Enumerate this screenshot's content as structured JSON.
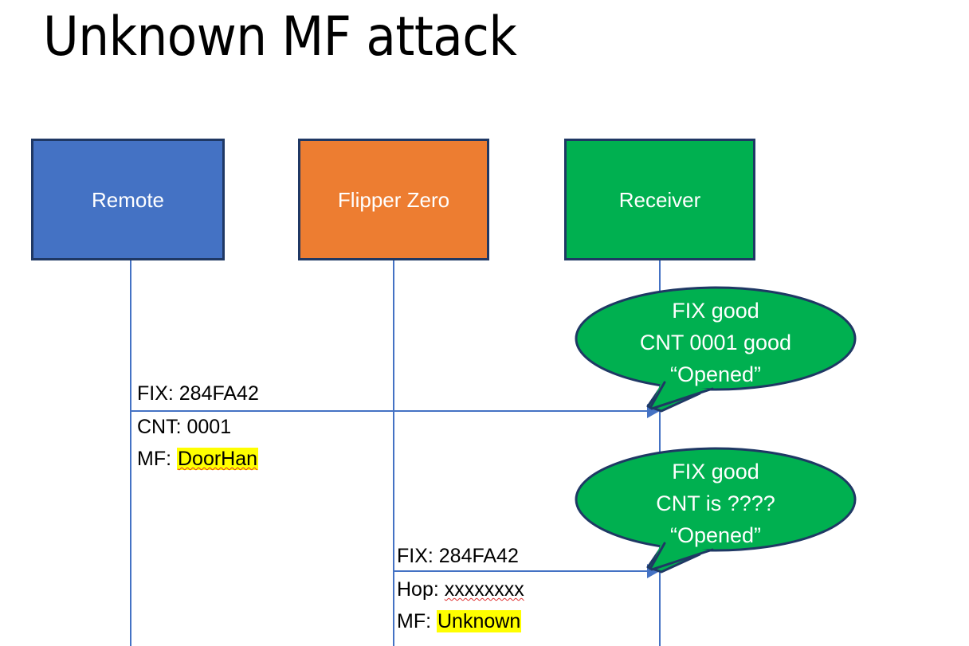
{
  "slide": {
    "title": "Unknown MF attack",
    "background": "#FFFFFF"
  },
  "colors": {
    "remote_fill": "#4472C4",
    "flipper_fill": "#ED7D31",
    "receiver_fill": "#00B050",
    "box_outline": "#1F3864",
    "lifeline": "#4472C4",
    "arrow": "#4472C4",
    "highlight": "#FFFF00",
    "callout_fill": "#00B050",
    "callout_outline": "#1F3864",
    "callout_text": "#FFFFFF",
    "body_text": "#000000",
    "spellcheck_underline": "#E03030"
  },
  "actors": [
    {
      "id": "remote",
      "label": "Remote"
    },
    {
      "id": "flipper",
      "label": "Flipper Zero"
    },
    {
      "id": "receiver",
      "label": "Receiver"
    }
  ],
  "messages": [
    {
      "id": "msg-1",
      "from": "remote",
      "to": "receiver",
      "above_line": [
        "FIX: 284FA42"
      ],
      "below_line": [
        {
          "label": "CNT: ",
          "value": "0001",
          "highlight": false,
          "spellcheck": false
        },
        {
          "label": "MF: ",
          "value": "DoorHan",
          "highlight": true,
          "spellcheck": true
        }
      ]
    },
    {
      "id": "msg-2",
      "from": "flipper",
      "to": "receiver",
      "above_line": [
        "FIX: 284FA42"
      ],
      "below_line": [
        {
          "label": "Hop: ",
          "value": "xxxxxxxx",
          "highlight": false,
          "spellcheck": true
        },
        {
          "label": "MF: ",
          "value": "Unknown",
          "highlight": true,
          "spellcheck": false
        }
      ]
    }
  ],
  "callouts": [
    {
      "id": "callout-1",
      "lines": [
        "FIX good",
        "CNT 0001 good",
        "“Opened”"
      ]
    },
    {
      "id": "callout-2",
      "lines": [
        "FIX good",
        "CNT is ????",
        "“Opened”"
      ]
    }
  ]
}
